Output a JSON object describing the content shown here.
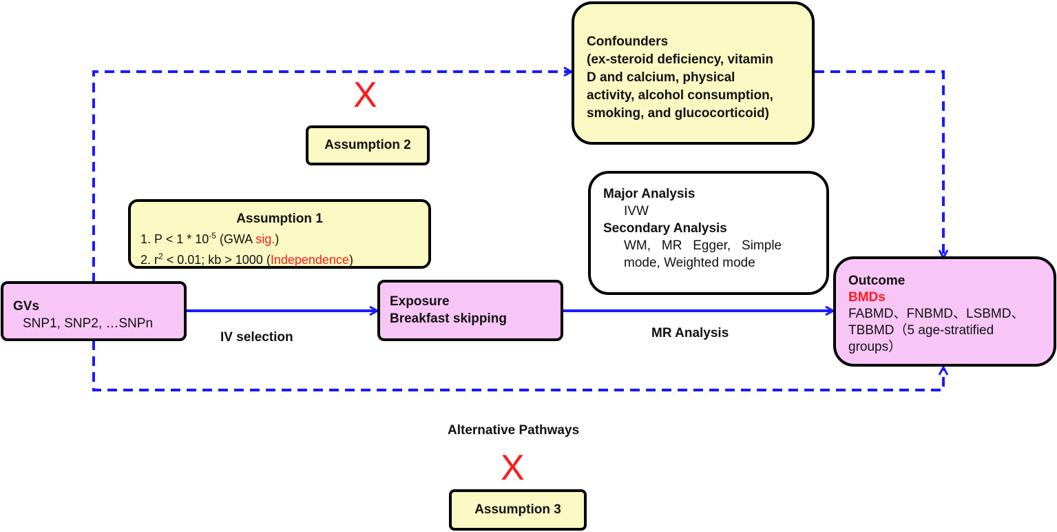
{
  "confounders": {
    "title": "Confounders",
    "lines": [
      "(ex-steroid deficiency, vitamin",
      "D and calcium, physical",
      "activity, alcohol consumption,",
      "smoking, and glucocorticoid)"
    ]
  },
  "assumption2": {
    "label": "Assumption 2",
    "cross": "X"
  },
  "assumption1": {
    "title": "Assumption 1",
    "line1_pre": "1. P < 1 * 10",
    "line1_exp": "-5",
    "line1_open": " (GWA ",
    "line1_red": "sig.",
    "line1_close": ")",
    "line2_pre": "2. r",
    "line2_sup": "2",
    "line2_mid": " < 0.01; kb > 1000 (",
    "line2_red": "Independence",
    "line2_close": ")"
  },
  "analysis": {
    "major_title": "Major Analysis",
    "major_item": "IVW",
    "secondary_title": "Secondary Analysis",
    "secondary_line1": "WM,   MR   Egger,   Simple",
    "secondary_line2": "mode, Weighted mode"
  },
  "gvs": {
    "title": "GVs",
    "items": "SNP1, SNP2, …SNPn"
  },
  "exposure": {
    "title": "Exposure",
    "subtitle": "Breakfast skipping"
  },
  "outcome": {
    "title": "Outcome",
    "highlight": "BMDs",
    "line1": "FABMD、FNBMD、LSBMD、",
    "line2": "TBBMD（5 age-stratified",
    "line3": "groups）"
  },
  "edges": {
    "iv_selection": "IV selection",
    "mr_analysis": "MR Analysis",
    "alternative_pathways": "Alternative Pathways"
  },
  "assumption3": {
    "label": "Assumption 3",
    "cross": "X"
  },
  "colors": {
    "arrow": "#1a1aff",
    "cross": "#ff1a1a",
    "pink": "#f7c6f7",
    "yellow": "#fbf9c3"
  }
}
